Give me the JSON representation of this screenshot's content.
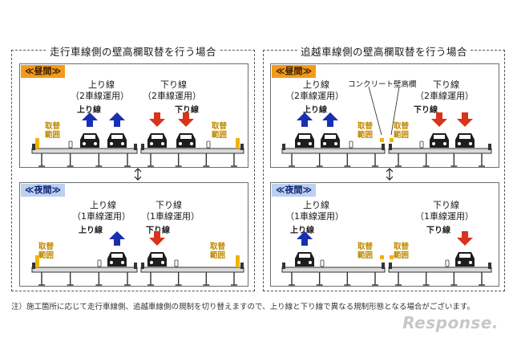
{
  "left_section": {
    "title": "走行車線側の壁高欄取替を行う場合",
    "day": {
      "badge": "≪昼間≫",
      "up_title": "上り線",
      "up_sub": "（2車線運用）",
      "up_dir": "上り線",
      "down_title": "下り線",
      "down_sub": "（2車線運用）",
      "down_dir": "下り線",
      "work_left": "取替\n範囲",
      "work_right": "取替\n範囲"
    },
    "night": {
      "badge": "≪夜間≫",
      "up_title": "上り線",
      "up_sub": "（1車線運用）",
      "up_dir": "上り線",
      "down_title": "下り線",
      "down_sub": "（1車線運用）",
      "down_dir": "下り線",
      "work_left": "取替\n範囲",
      "work_right": "取替\n範囲"
    }
  },
  "right_section": {
    "title": "追越車線側の壁高欄取替を行う場合",
    "day": {
      "badge": "≪昼間≫",
      "concrete_label": "コンクリート壁高欄",
      "up_title": "上り線",
      "up_sub": "（2車線運用）",
      "up_dir": "上り線",
      "down_title": "下り線",
      "down_sub": "（2車線運用）",
      "down_dir": "下り線",
      "work_left": "取替\n範囲",
      "work_right": "取替\n範囲"
    },
    "night": {
      "badge": "≪夜間≫",
      "up_title": "上り線",
      "up_sub": "（1車線運用）",
      "up_dir": "上り線",
      "down_title": "下り線",
      "down_sub": "（1車線運用）",
      "down_dir": "下り線",
      "work_left": "取替\n範囲",
      "work_right": "取替\n範囲"
    }
  },
  "note": "注）施工箇所に応じて走行車線側、追越車線側の規制を切り替えますので、上り線と下り線で異なる規制形態となる場合がございます。",
  "logo": "Response.",
  "colors": {
    "up_arrow": "#1a2fb0",
    "down_arrow": "#d9331c",
    "work_zone": "#f0b400",
    "day_badge": "#f39a1b",
    "night_badge": "#bcd0f0",
    "deck": "#d9d9d9"
  }
}
